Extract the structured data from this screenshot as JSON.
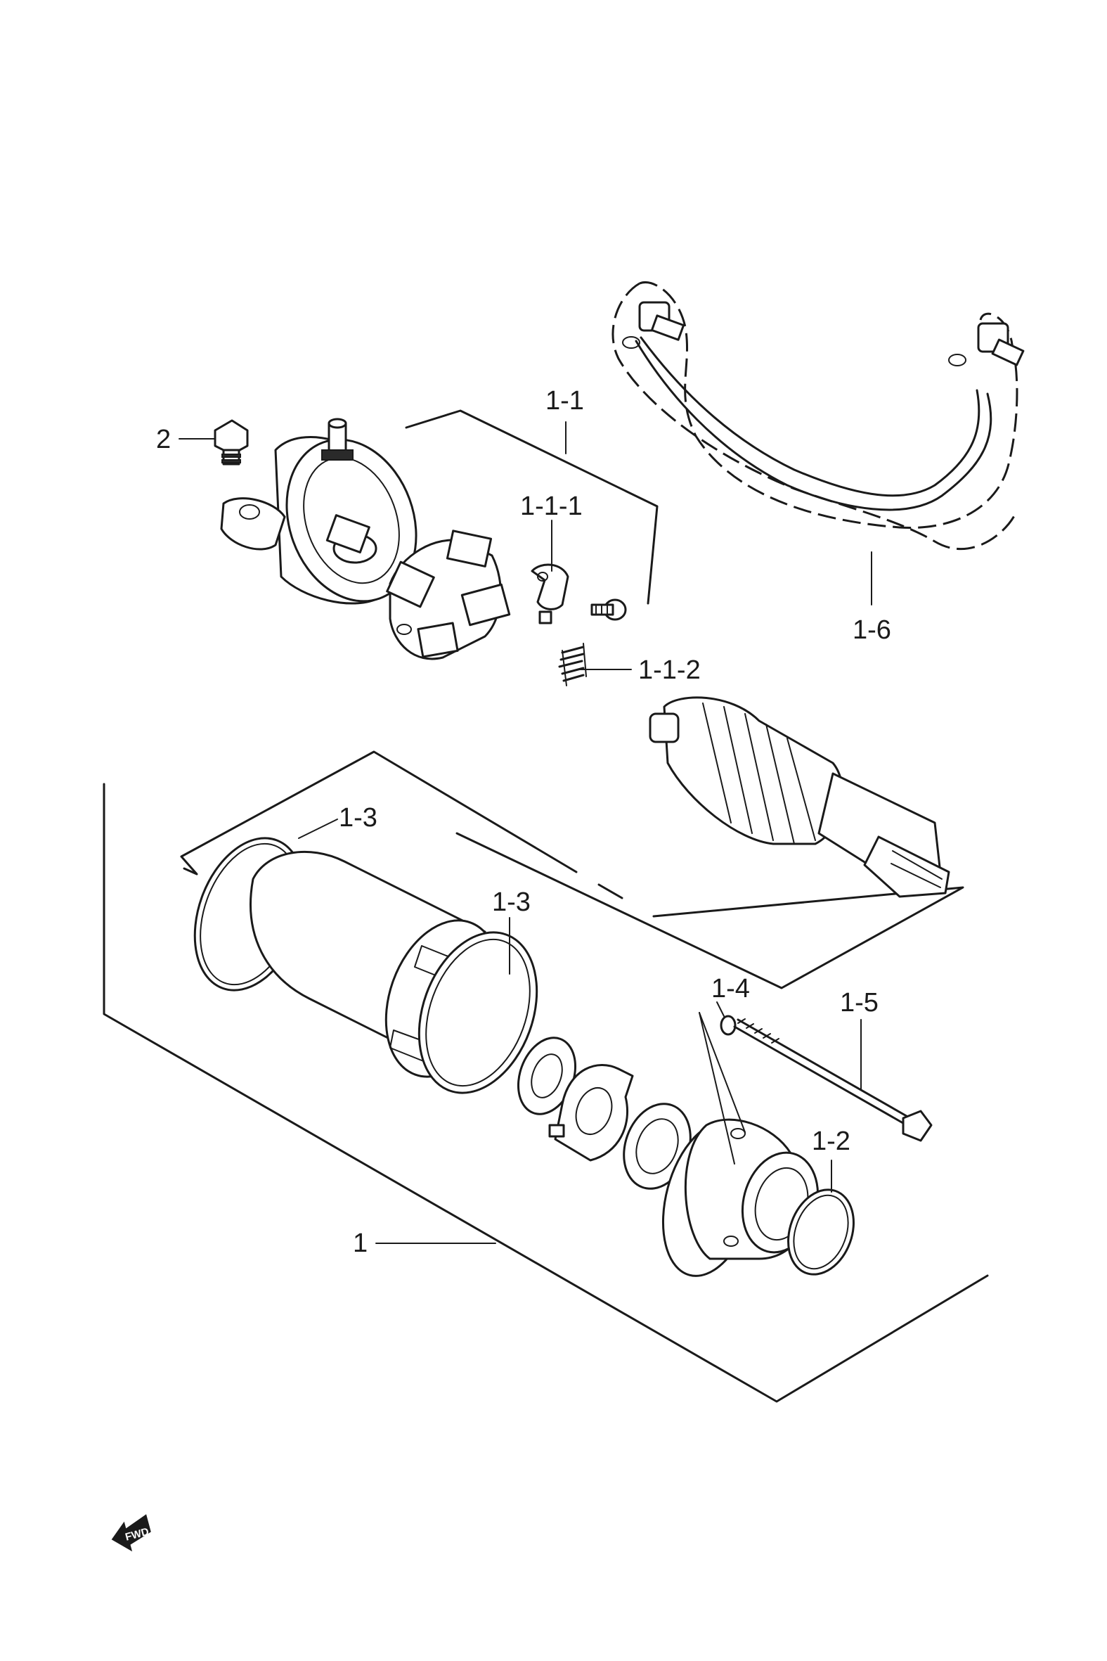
{
  "callouts": [
    {
      "id": "2",
      "label": "2"
    },
    {
      "id": "1-1",
      "label": "1-1"
    },
    {
      "id": "1-1-1",
      "label": "1-1-1"
    },
    {
      "id": "1-1-2",
      "label": "1-1-2"
    },
    {
      "id": "1-6",
      "label": "1-6"
    },
    {
      "id": "1-3a",
      "label": "1-3"
    },
    {
      "id": "1-3b",
      "label": "1-3"
    },
    {
      "id": "1-4",
      "label": "1-4"
    },
    {
      "id": "1-5",
      "label": "1-5"
    },
    {
      "id": "1-2",
      "label": "1-2"
    },
    {
      "id": "1",
      "label": "1"
    }
  ],
  "fwd_arrow": {
    "label": "FWD",
    "icon": "fwd-arrow-icon"
  }
}
